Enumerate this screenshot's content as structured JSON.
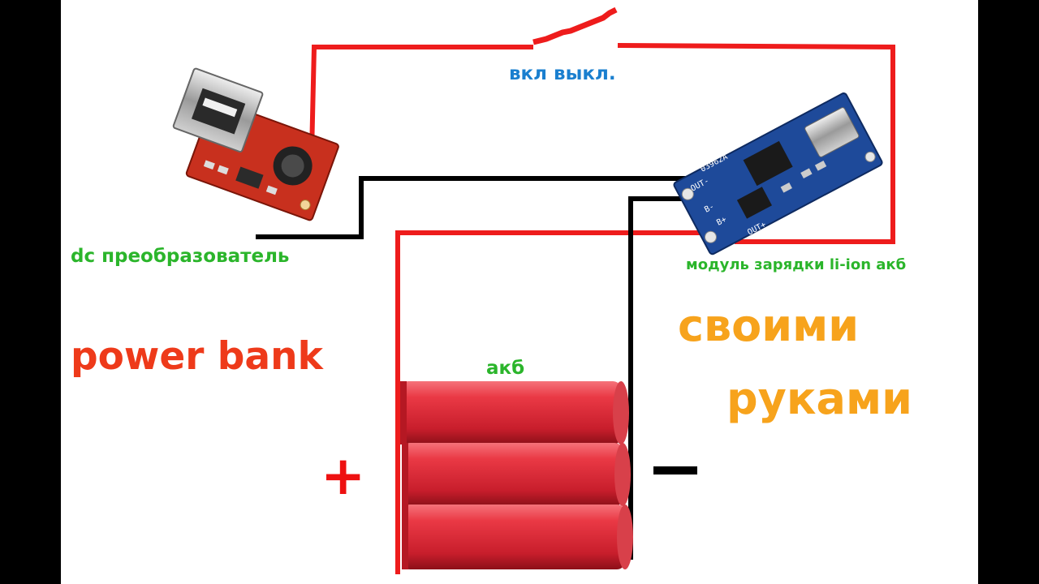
{
  "labels": {
    "switch": "вкл  выкл.",
    "dc_converter": "dc преобразователь",
    "charging_module": "модуль зарядки li-ion акб",
    "power_bank": "power bank",
    "battery": "акб",
    "title_line1": "своими",
    "title_line2": "руками",
    "plus_sign": "+"
  },
  "board_print": {
    "chip_id": "03962A",
    "out_minus": "OUT-",
    "out_plus": "OUT+",
    "b_minus": "B-",
    "b_plus": "B+"
  },
  "colors": {
    "wire_positive": "#ee1c1c",
    "wire_negative": "#000000",
    "battery_cell": "#e8303c",
    "module_board": "#1e4a9a",
    "converter_board": "#c8301e",
    "title": "#f7a31c",
    "label_green": "#2bb52b",
    "label_blue": "#1a7fcf",
    "label_red": "#ee3a1a"
  }
}
